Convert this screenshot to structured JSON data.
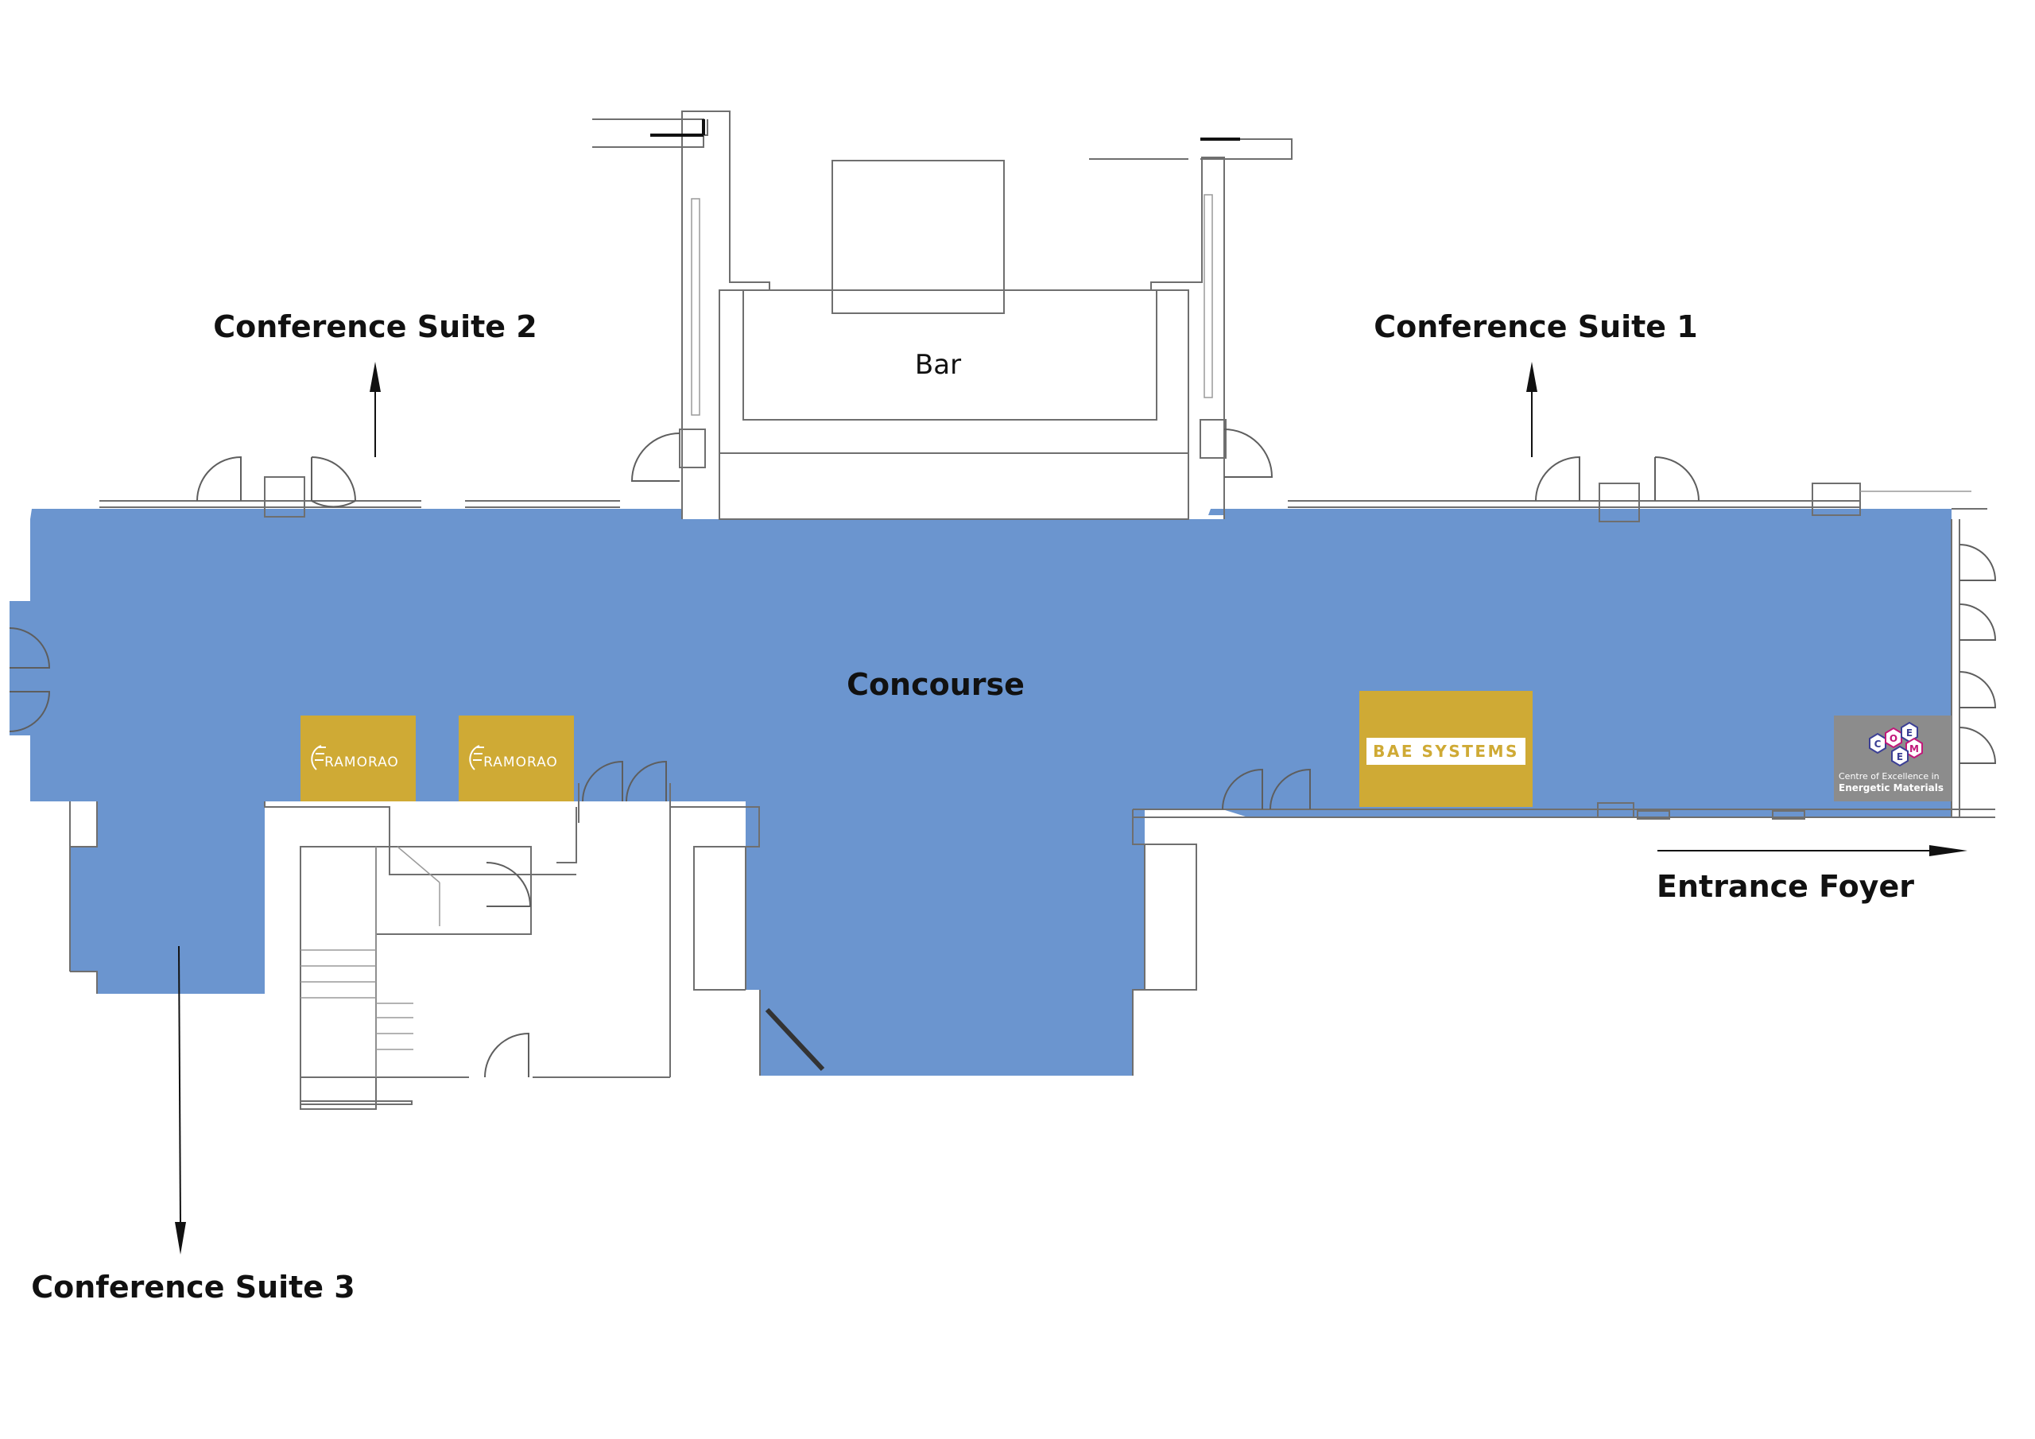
{
  "colors": {
    "concourse": "#6b95cf",
    "exhibitor_stand": "#cfaa35",
    "coem_stand": "#8c8c8c",
    "arrow": "#111111"
  },
  "labels": {
    "conference_suite_2": "Conference Suite 2",
    "conference_suite_1": "Conference Suite 1",
    "conference_suite_3": "Conference Suite 3",
    "bar": "Bar",
    "concourse": "Concourse",
    "entrance_foyer": "Entrance Foyer"
  },
  "stands": {
    "ramorao_1": "RAMORAO",
    "ramorao_2": "RAMORAO",
    "bae": "BAE SYSTEMS",
    "coem": {
      "logo_letters": [
        "C",
        "O",
        "E",
        "M",
        "E"
      ],
      "line1": "Centre of Excellence in",
      "line2": "Energetic Materials"
    }
  },
  "icons": {
    "ramorao_logo": "globe-arc-logo-icon",
    "coem_logo": "hexagon-cluster-logo-icon"
  }
}
